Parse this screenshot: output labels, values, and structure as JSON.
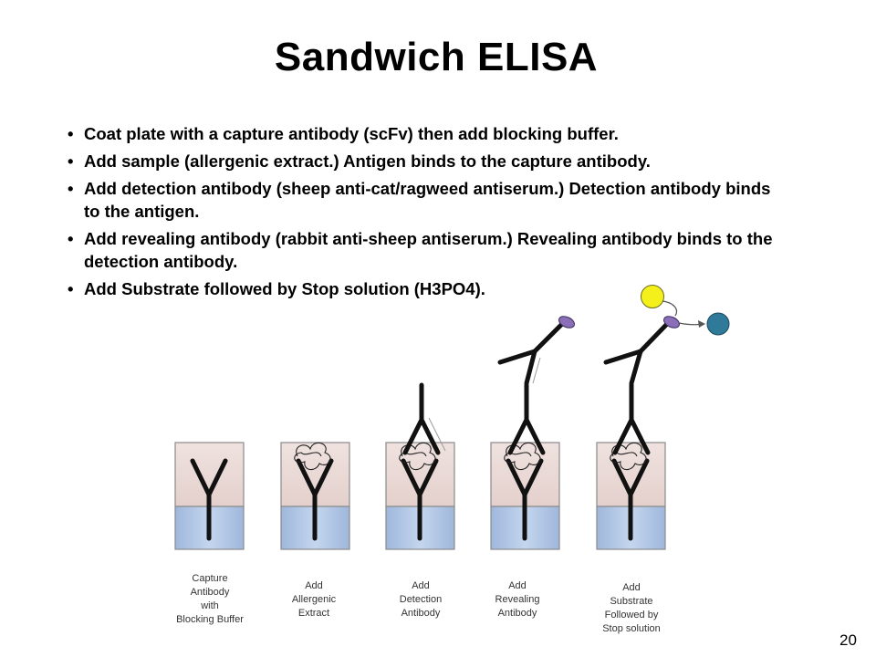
{
  "slide": {
    "title": "Sandwich ELISA",
    "bullets": [
      "Coat plate with a capture antibody (scFv) then add blocking buffer.",
      "Add sample (allergenic extract.) Antigen binds to the capture antibody.",
      "Add detection antibody (sheep anti-cat/ragweed antiserum.) Detection antibody binds to the antigen.",
      "Add revealing antibody (rabbit anti-sheep antiserum.) Revealing antibody binds to the detection antibody.",
      "Add Substrate followed by Stop solution (H3PO4)."
    ],
    "page_number": "20"
  },
  "diagram": {
    "wells": [
      {
        "caption": [
          "Capture",
          "Antibody",
          "with",
          "Blocking Buffer"
        ]
      },
      {
        "caption": [
          "Add",
          "Allergenic",
          "Extract"
        ]
      },
      {
        "caption": [
          "Add",
          "Detection",
          "Antibody"
        ]
      },
      {
        "caption": [
          "Add",
          "Revealing",
          "Antibody"
        ]
      },
      {
        "caption": [
          "Add",
          "Substrate",
          "Followed by",
          "Stop solution"
        ]
      }
    ],
    "colors": {
      "well_top": "#ead9d6",
      "well_bottom": "#b9cde8",
      "well_border": "#8a8a8a",
      "antibody": "#111111",
      "enzyme": "#8a6fb8",
      "substrate": "#f4f01c",
      "product": "#2f7a99"
    }
  }
}
